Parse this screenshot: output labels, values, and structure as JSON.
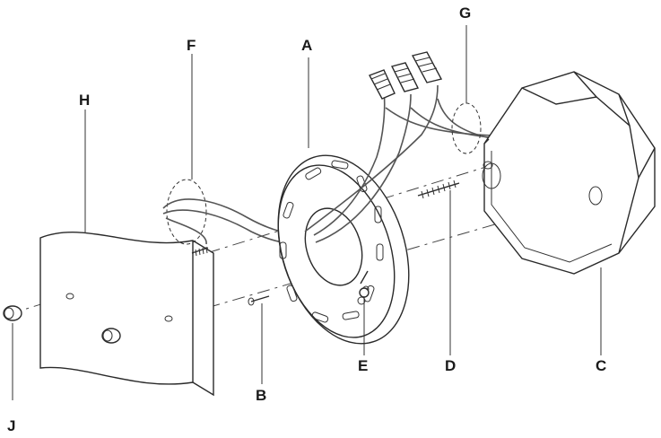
{
  "callouts": {
    "A": "A",
    "B": "B",
    "C": "C",
    "D": "D",
    "E": "E",
    "F": "F",
    "G": "G",
    "H": "H",
    "J": "J"
  }
}
